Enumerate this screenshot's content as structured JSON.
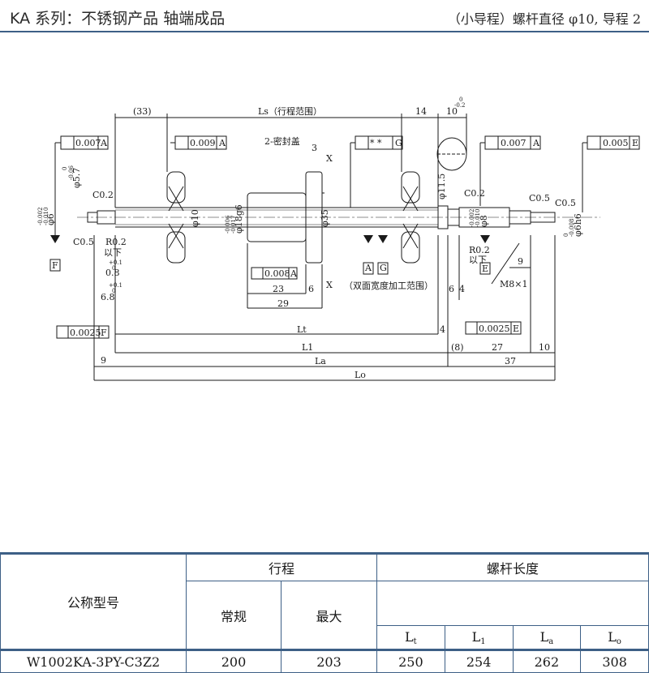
{
  "header": {
    "title": "KA 系列：不锈钢产品 轴端成品",
    "subtitle": "（小导程）螺杆直径 φ10, 导程 2"
  },
  "drawing": {
    "labels": {
      "dim_33": "(33)",
      "ls": "Ls（行程范围）",
      "dim_14": "14",
      "dim_10_top": "10",
      "tol_top_upper": "0",
      "tol_top_lower": "-0.2",
      "tol_007_a_left": "0.007",
      "datum_a": "A",
      "tol_009_a": "0.009",
      "seal": "2-密封盖",
      "dim_3": "3",
      "dim_x1": "X",
      "tol_star": "* *",
      "datum_g": "G",
      "tol_007_a_right": "0.007",
      "tol_005_e": "0.005",
      "datum_e": "E",
      "phi57": "φ5.7",
      "phi57_tol_upper": "0",
      "phi57_tol_lower": "-0.06",
      "c02_left": "C0.2",
      "phi6": "φ6",
      "phi6_tol": "-0.002",
      "phi6_tol2": "-0.010",
      "c05_left": "C0.5",
      "r02_left": "R0.2",
      "below_left": "以下",
      "dim_08": "0.8",
      "dim_08_tol": "+0.1",
      "dim_08_tol2": "0",
      "dim_68": "6.8",
      "dim_68_tol": "+0.1",
      "dim_68_tol2": "0",
      "datum_f": "F",
      "phi10": "φ10",
      "phi18": "φ18g6",
      "phi18_tol": "-0.006",
      "phi18_tol2": "-0.017",
      "tol_008_a": "0.008",
      "dim_23": "23",
      "dim_6": "6",
      "dim_29": "29",
      "phi35": "φ35",
      "double_face": "（双面宽度加工范围）",
      "dim_x2": "X",
      "phi115": "φ11.5",
      "c02_right": "C0.2",
      "phi8": "φ8",
      "phi8_tol": "-0.002",
      "phi8_tol2": "-0.010",
      "c05_right1": "C0.5",
      "c05_right2": "C0.5",
      "phi66": "φ6h6",
      "phi66_tol": "0",
      "phi66_tol2": "-0.008",
      "r02_right": "R0.2",
      "below_right": "以下",
      "dim_9_right": "9",
      "m8": "M8×1",
      "dim_6_right": "6",
      "dim_4_right": "4",
      "tol_0025_f": "0.0025",
      "tol_0025_e": "0.0025",
      "lt": "Lt",
      "dim_4_lt": "4",
      "l1": "L1",
      "dim_8": "(8)",
      "dim_27": "27",
      "dim_10_right": "10",
      "dim_9_left": "9",
      "la": "La",
      "dim_37": "37",
      "lo": "Lo"
    }
  },
  "table": {
    "col_model": "公称型号",
    "col_stroke": "行程",
    "col_stroke_normal": "常规",
    "col_stroke_max": "最大",
    "col_length": "螺杆长度",
    "sub_lt": "L",
    "sub_lt_idx": "t",
    "sub_l1": "L",
    "sub_l1_idx": "1",
    "sub_la": "L",
    "sub_la_idx": "a",
    "sub_lo": "L",
    "sub_lo_idx": "o",
    "row": {
      "model": "W1002KA-3PY-C3Z2",
      "normal": "200",
      "max": "203",
      "lt": "250",
      "l1": "254",
      "la": "262",
      "lo": "308"
    }
  }
}
